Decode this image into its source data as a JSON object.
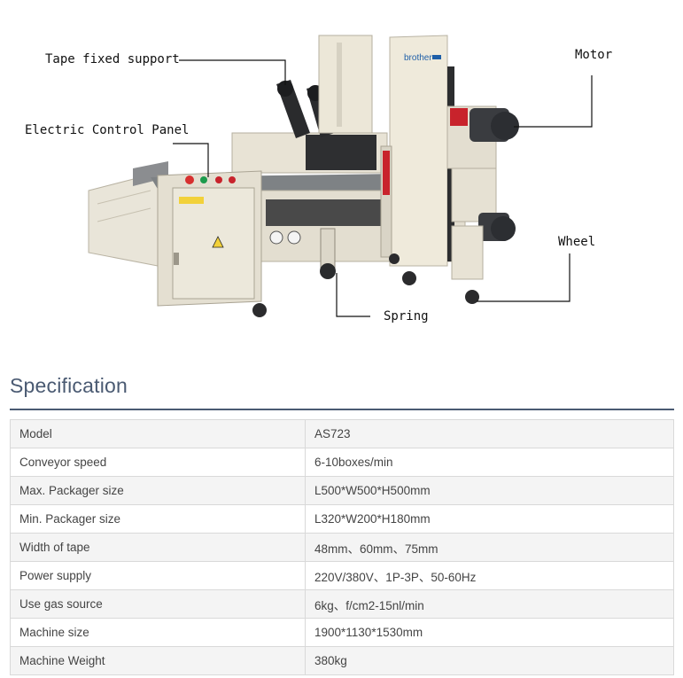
{
  "callouts": {
    "tape_support": "Tape fixed support",
    "control_panel": "Electric Control Panel",
    "motor": "Motor",
    "wheel": "Wheel",
    "spring": "Spring"
  },
  "machine": {
    "brand_logo": "brother",
    "body_color": "#ece7d8",
    "accent_red": "#c8232c"
  },
  "specification": {
    "heading": "Specification",
    "rows": [
      {
        "label": "Model",
        "value": "AS723"
      },
      {
        "label": "Conveyor speed",
        "value": "6-10boxes/min"
      },
      {
        "label": "Max. Packager size",
        "value": "L500*W500*H500mm"
      },
      {
        "label": "Min. Packager size",
        "value": "L320*W200*H180mm"
      },
      {
        "label": "Width of tape",
        "value": "48mm、60mm、75mm"
      },
      {
        "label": "Power supply",
        "value": "220V/380V、1P-3P、50-60Hz"
      },
      {
        "label": "Use gas source",
        "value": "6kg、f/cm2-15nl/min"
      },
      {
        "label": "Machine size",
        "value": "1900*1130*1530mm"
      },
      {
        "label": "Machine Weight",
        "value": "380kg"
      }
    ]
  }
}
